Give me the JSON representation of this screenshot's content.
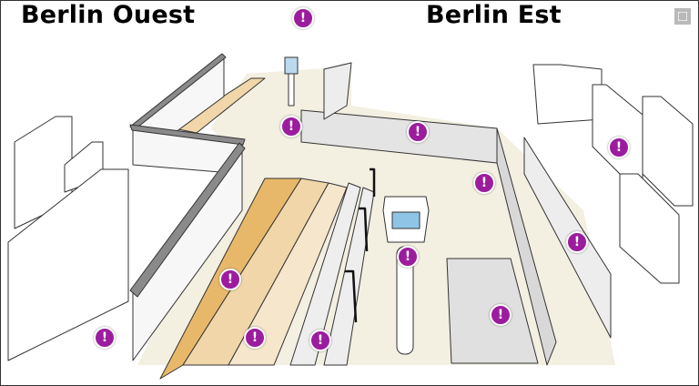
{
  "labels": {
    "west": "Berlin Ouest",
    "east": "Berlin Est"
  },
  "hotspot_glyph": "!",
  "hotspot_count": 12,
  "colors": {
    "hotspot": "#9b1d9e",
    "ground": "#f3efe1",
    "sand": "#f0d6a8",
    "sand_dark": "#e8b86a",
    "wall": "#8a8a8a"
  },
  "icons": {
    "hotspot": "exclamation-icon",
    "fullscreen": "fullscreen-icon"
  }
}
